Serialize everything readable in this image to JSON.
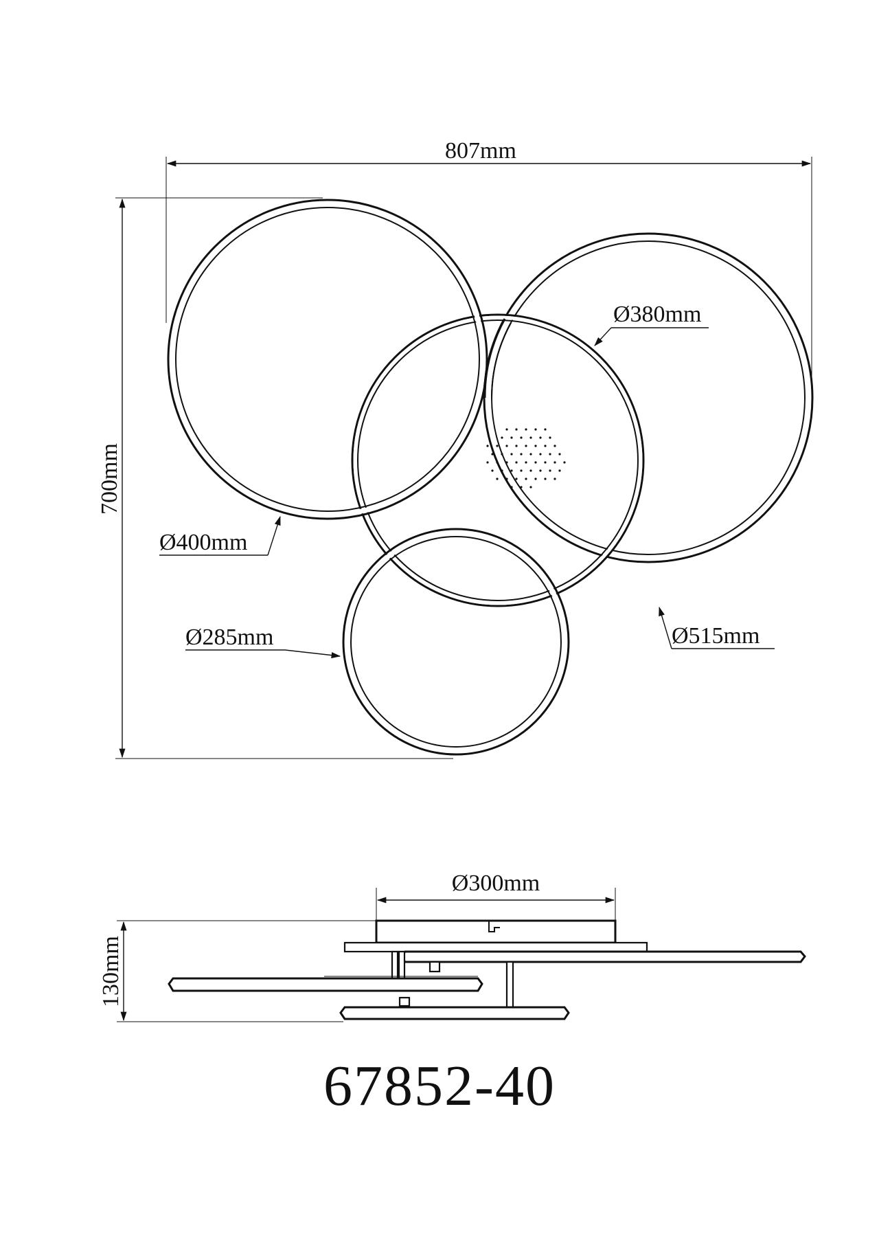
{
  "top_view": {
    "overall_width": "807mm",
    "overall_height": "700mm",
    "ring_large_right": "Ø515mm",
    "ring_top_left": "Ø400mm",
    "ring_center": "Ø380mm",
    "ring_small_bottom": "Ø285mm"
  },
  "side_view": {
    "canopy_diameter": "Ø300mm",
    "height": "130mm"
  },
  "model_number": "67852-40"
}
